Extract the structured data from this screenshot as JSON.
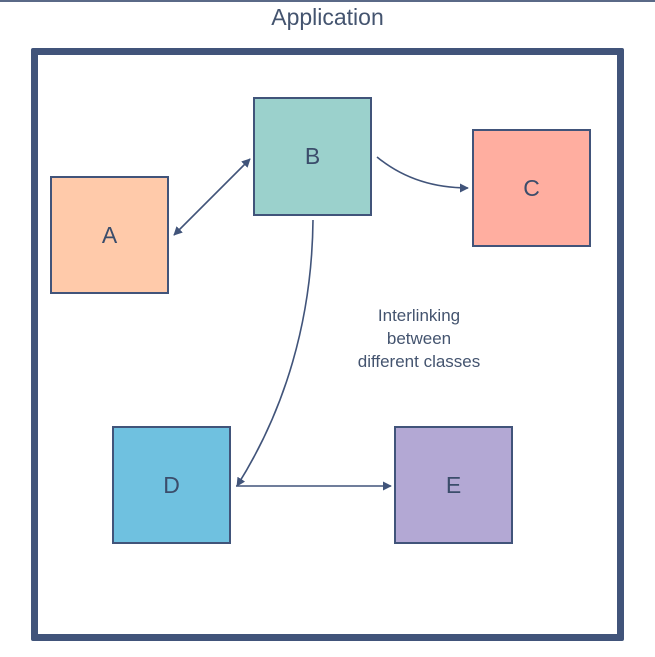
{
  "title": "Application",
  "nodes": [
    {
      "id": "A",
      "label": "A",
      "color": "#ffcaaa"
    },
    {
      "id": "B",
      "label": "B",
      "color": "#9bd1cc"
    },
    {
      "id": "C",
      "label": "C",
      "color": "#ffaea0"
    },
    {
      "id": "D",
      "label": "D",
      "color": "#6fc1e0"
    },
    {
      "id": "E",
      "label": "E",
      "color": "#b3a8d4"
    }
  ],
  "edges": [
    {
      "from": "A",
      "to": "B",
      "direction": "both"
    },
    {
      "from": "B",
      "to": "C",
      "direction": "forward"
    },
    {
      "from": "B",
      "to": "D",
      "direction": "forward"
    },
    {
      "from": "D",
      "to": "E",
      "direction": "forward"
    }
  ],
  "note": {
    "line1": "Interlinking",
    "line2": "between",
    "line3": "different classes"
  },
  "colors": {
    "frame": "#41547a",
    "text": "#44546f",
    "arrow": "#41547a"
  }
}
